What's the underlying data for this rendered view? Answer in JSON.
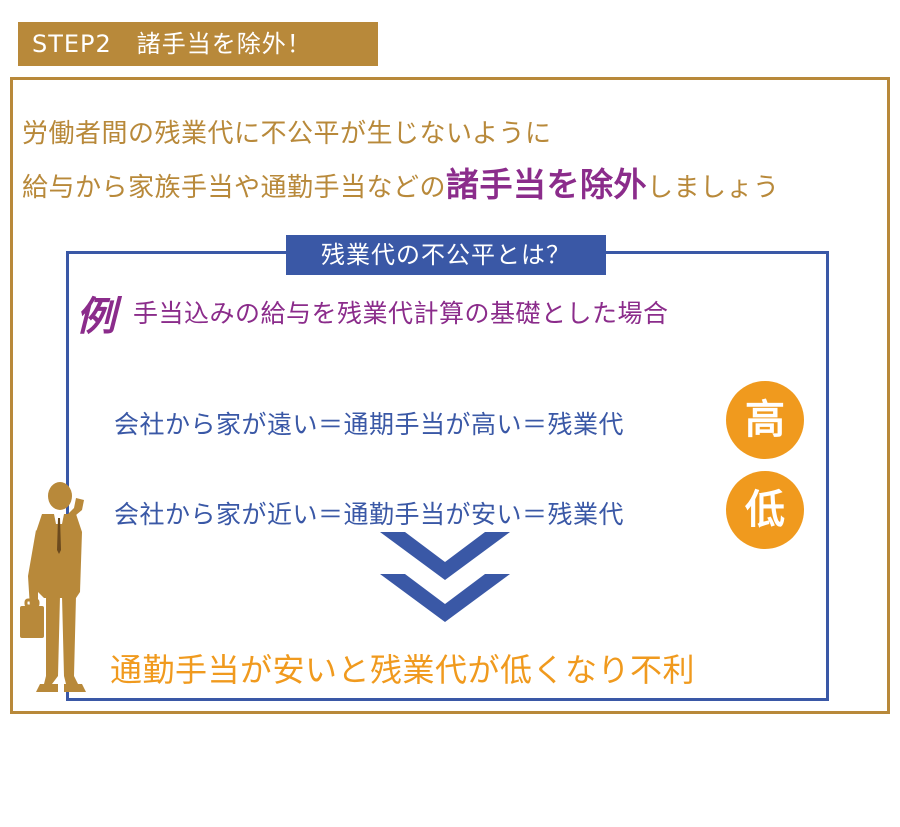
{
  "header": {
    "step_label": "STEP2　諸手当を除外！"
  },
  "intro": {
    "line1": "労働者間の残業代に不公平が生じないように",
    "line2_prefix": "給与から家族手当や通勤手当などの",
    "line2_emphasis": "諸手当を除外",
    "line2_suffix": "しましょう"
  },
  "example_box": {
    "title": "残業代の不公平とは？",
    "example_mark": "例",
    "example_text": "手当込みの給与を残業代計算の基礎とした場合",
    "case_high": {
      "text": "会社から家が遠い＝通期手当が高い＝残業代",
      "level": "高"
    },
    "case_low": {
      "text": "会社から家が近い＝通勤手当が安い＝残業代",
      "level": "低"
    },
    "conclusion": "通勤手当が安いと残業代が低くなり不利"
  },
  "colors": {
    "gold": "#b8893a",
    "blue": "#3a58a6",
    "purple": "#8b2c8b",
    "orange": "#f09a1e"
  },
  "icons": {
    "arrow": "double-chevron-down-icon",
    "figure": "businessman-phone-icon"
  }
}
